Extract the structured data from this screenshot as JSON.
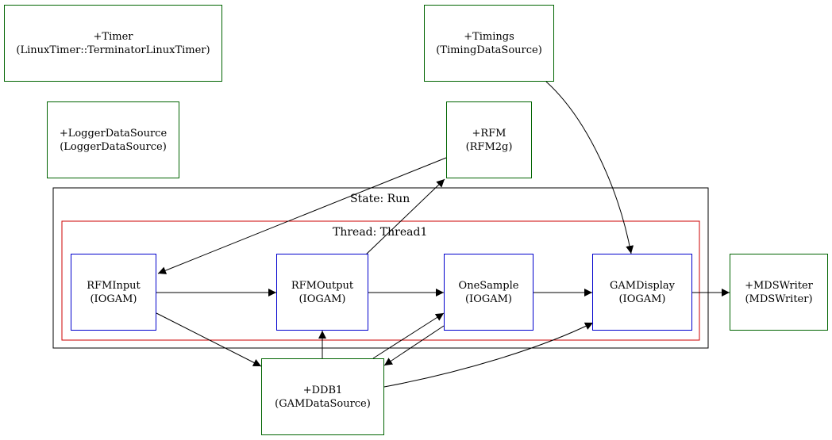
{
  "state": {
    "label": "State: Run"
  },
  "thread": {
    "label": "Thread: Thread1"
  },
  "nodes": {
    "timer": {
      "name": "+Timer",
      "type": "(LinuxTimer::TerminatorLinuxTimer)"
    },
    "timings": {
      "name": "+Timings",
      "type": "(TimingDataSource)"
    },
    "logger": {
      "name": "+LoggerDataSource",
      "type": "(LoggerDataSource)"
    },
    "rfm": {
      "name": "+RFM",
      "type": "(RFM2g)"
    },
    "rfminput": {
      "name": "RFMInput",
      "type": "(IOGAM)"
    },
    "rfmoutput": {
      "name": "RFMOutput",
      "type": "(IOGAM)"
    },
    "onesample": {
      "name": "OneSample",
      "type": "(IOGAM)"
    },
    "gamdisplay": {
      "name": "GAMDisplay",
      "type": "(IOGAM)"
    },
    "mdswriter": {
      "name": "+MDSWriter",
      "type": "(MDSWriter)"
    },
    "ddb1": {
      "name": "+DDB1",
      "type": "(GAMDataSource)"
    }
  },
  "colors": {
    "datasource_border": "#006400",
    "gam_border": "#0000cd",
    "thread_border": "#cc0000",
    "state_border": "#000000"
  }
}
